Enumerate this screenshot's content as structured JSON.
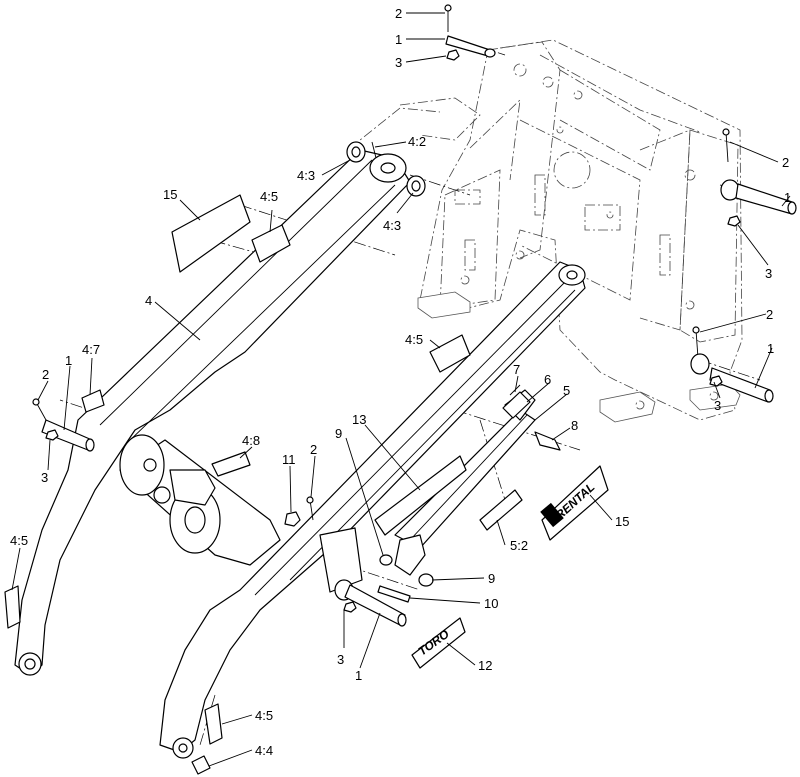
{
  "diagram": {
    "type": "exploded-parts-view",
    "callouts": [
      {
        "id": "c-2-top",
        "label": "2"
      },
      {
        "id": "c-1-top",
        "label": "1"
      },
      {
        "id": "c-3-top",
        "label": "3"
      },
      {
        "id": "c-4-2",
        "label": "4:2"
      },
      {
        "id": "c-4-3-a",
        "label": "4:3"
      },
      {
        "id": "c-4-3-b",
        "label": "4:3"
      },
      {
        "id": "c-15-a",
        "label": "15"
      },
      {
        "id": "c-4-5-a",
        "label": "4:5"
      },
      {
        "id": "c-2-right",
        "label": "2"
      },
      {
        "id": "c-1-right",
        "label": "1"
      },
      {
        "id": "c-3-right",
        "label": "3"
      },
      {
        "id": "c-4",
        "label": "4"
      },
      {
        "id": "c-2-right-low",
        "label": "2"
      },
      {
        "id": "c-1-right-low",
        "label": "1"
      },
      {
        "id": "c-3-right-low",
        "label": "3"
      },
      {
        "id": "c-4-5-b",
        "label": "4:5"
      },
      {
        "id": "c-4-7",
        "label": "4:7"
      },
      {
        "id": "c-2-left",
        "label": "2"
      },
      {
        "id": "c-1-left",
        "label": "1"
      },
      {
        "id": "c-7",
        "label": "7"
      },
      {
        "id": "c-6",
        "label": "6"
      },
      {
        "id": "c-5",
        "label": "5"
      },
      {
        "id": "c-8",
        "label": "8"
      },
      {
        "id": "c-13",
        "label": "13"
      },
      {
        "id": "c-9-a",
        "label": "9"
      },
      {
        "id": "c-3-left",
        "label": "3"
      },
      {
        "id": "c-4-8",
        "label": "4:8"
      },
      {
        "id": "c-11",
        "label": "11"
      },
      {
        "id": "c-2-mid",
        "label": "2"
      },
      {
        "id": "c-15-b",
        "label": "15"
      },
      {
        "id": "c-5-2",
        "label": "5:2"
      },
      {
        "id": "c-9-b",
        "label": "9"
      },
      {
        "id": "c-10",
        "label": "10"
      },
      {
        "id": "c-4-5-c",
        "label": "4:5"
      },
      {
        "id": "c-3-bottom",
        "label": "3"
      },
      {
        "id": "c-1-bottom",
        "label": "1"
      },
      {
        "id": "c-12",
        "label": "12"
      },
      {
        "id": "c-4-5-d",
        "label": "4:5"
      },
      {
        "id": "c-4-4",
        "label": "4:4"
      }
    ],
    "decals": {
      "rental": "RENTAL",
      "toro": "TORO"
    }
  }
}
